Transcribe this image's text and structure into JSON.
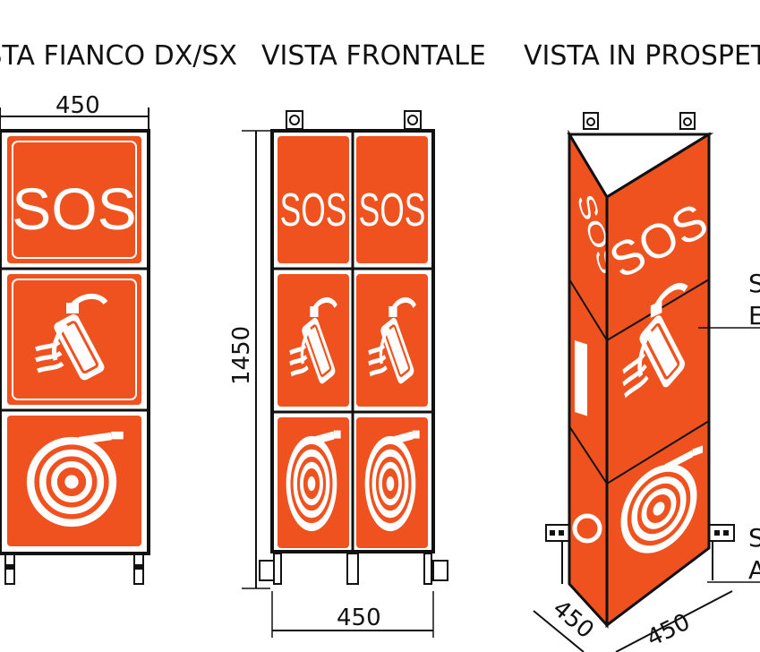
{
  "views": {
    "side": {
      "title": "VISTA FIANCO DX/SX",
      "width_label": "450"
    },
    "front": {
      "title": "VISTA FRONTALE",
      "width_label": "450",
      "height_label": "1450"
    },
    "perspective": {
      "title": "VISTA IN PROSPETTO",
      "depth_label": "450",
      "width_label": "450"
    }
  },
  "signs": {
    "sos_text": "SOS",
    "items": [
      "sos",
      "fire-extinguisher",
      "fire-hose-reel"
    ]
  },
  "callouts": {
    "upper": [
      "S",
      "E"
    ],
    "lower": [
      "S",
      "A"
    ]
  },
  "colors": {
    "sign": "#f0521f",
    "frame": "#111111",
    "symbol": "#ffffff"
  }
}
